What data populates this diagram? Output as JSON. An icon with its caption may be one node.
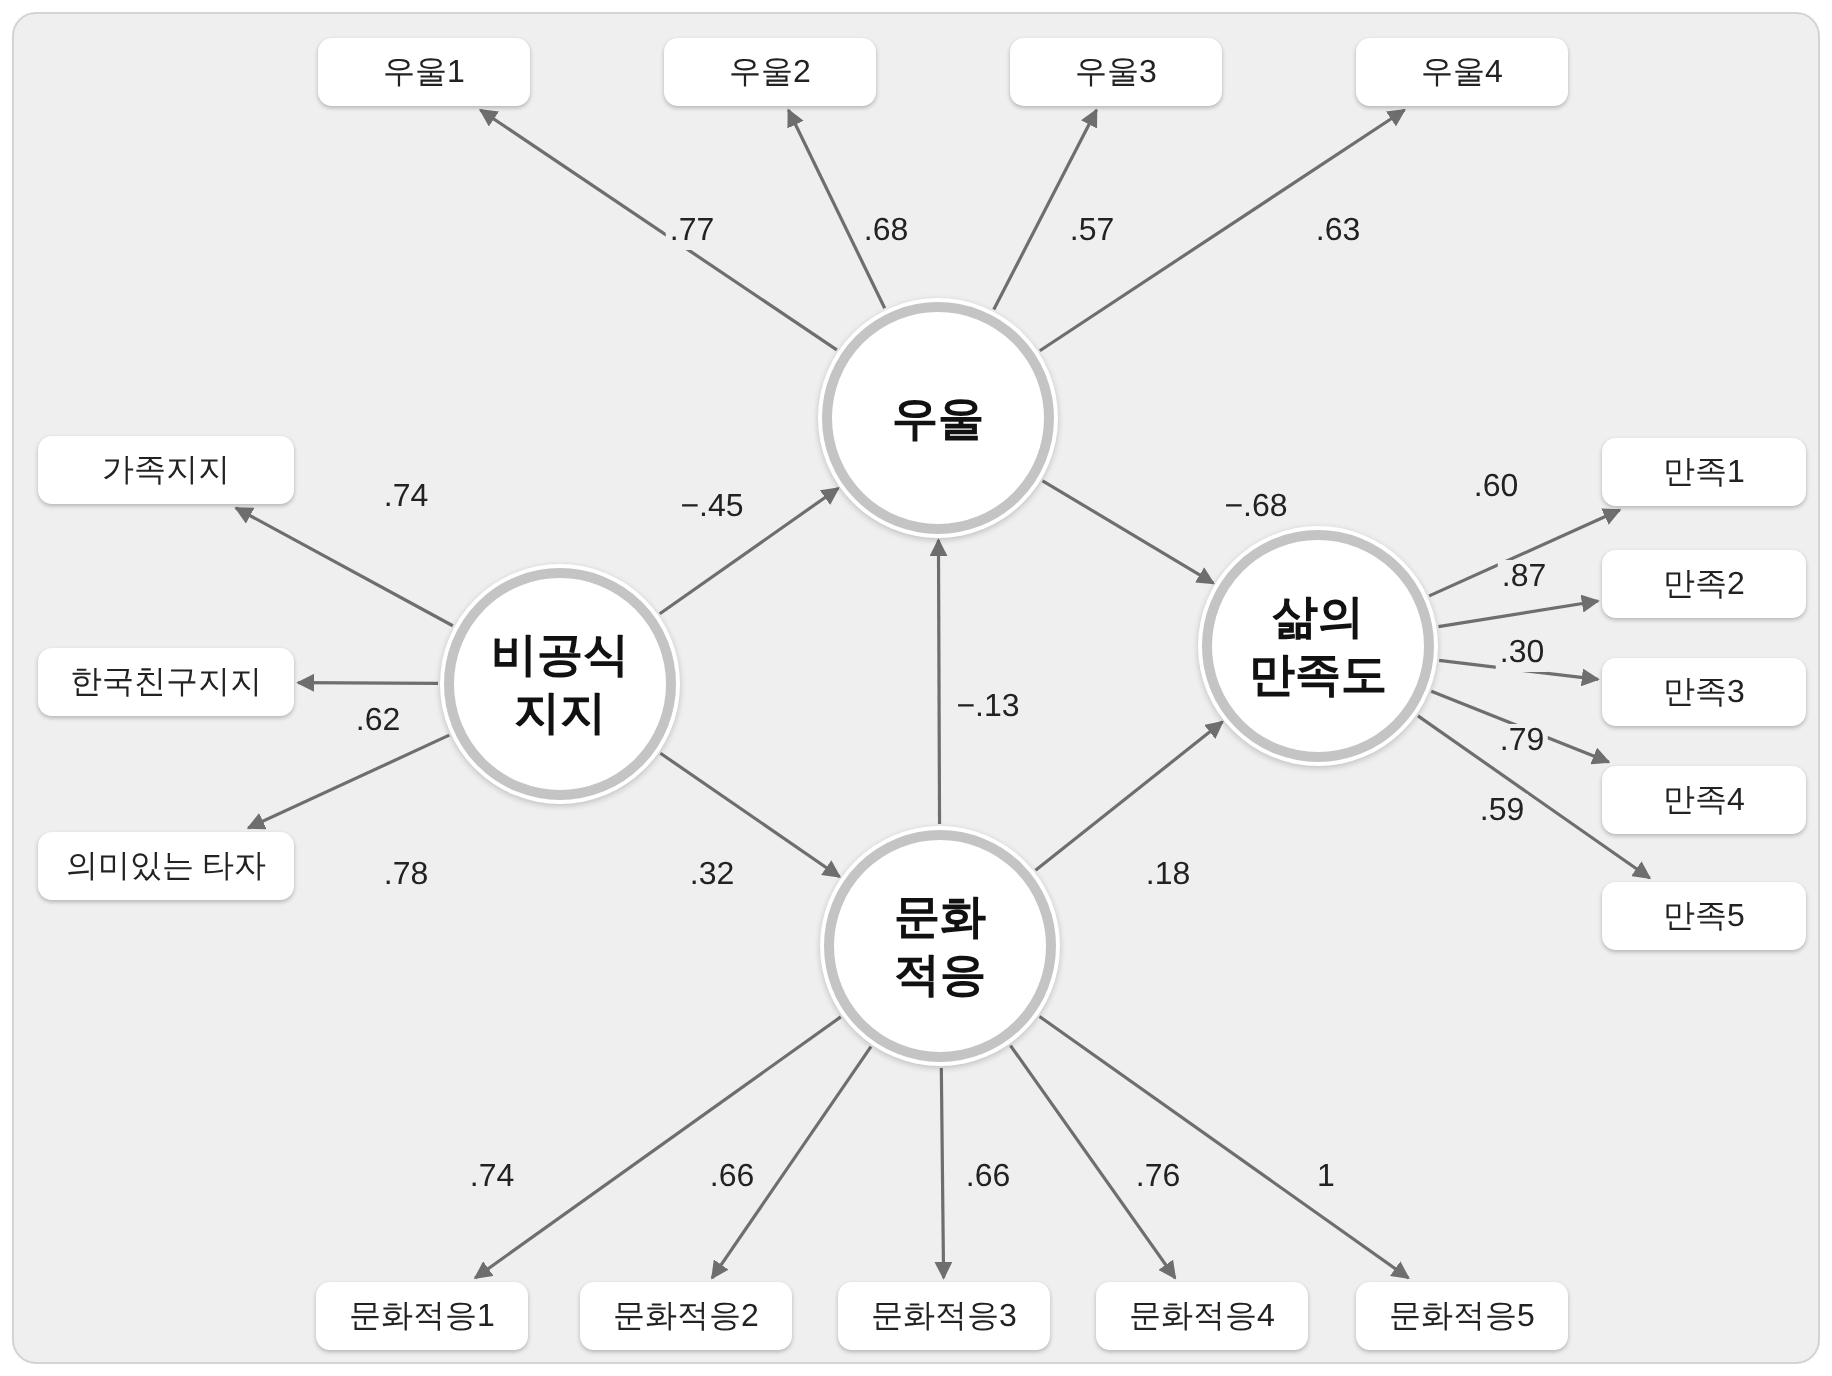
{
  "diagram": {
    "nodes": [
      {
        "text": [
          "우울1"
        ]
      },
      {
        "text": [
          "우울2"
        ]
      },
      {
        "text": [
          "우울3"
        ]
      },
      {
        "text": [
          "우울4"
        ]
      },
      {
        "text": [
          "우울"
        ]
      },
      {
        "text": [
          "가족지지"
        ]
      },
      {
        "text": [
          "한국친구지지"
        ]
      },
      {
        "text": [
          "의미있는 타자"
        ]
      },
      {
        "text": [
          "비공식 지지"
        ]
      },
      {
        "text": [
          "삶의 만족도"
        ]
      },
      {
        "text": [
          "만족1"
        ]
      },
      {
        "text": [
          "만족2"
        ]
      },
      {
        "text": [
          "만족3"
        ]
      },
      {
        "text": [
          "만족4"
        ]
      },
      {
        "text": [
          "만족5"
        ]
      },
      {
        "text": [
          "문화 적응"
        ]
      },
      {
        "text": [
          "문화적응1"
        ]
      },
      {
        "text": [
          "문화적응2"
        ]
      },
      {
        "text": [
          "문화적응3"
        ]
      },
      {
        "text": [
          "문화적응4"
        ]
      },
      {
        "text": [
          "문화적응5"
        ]
      }
    ],
    "edges": [
      {
        "from": 4,
        "to": 0,
        "arrow": "to",
        "label": ".77"
      },
      {
        "from": 4,
        "to": 1,
        "arrow": "to",
        "label": ".68"
      },
      {
        "from": 4,
        "to": 2,
        "arrow": "to",
        "label": ".57"
      },
      {
        "from": 4,
        "to": 3,
        "arrow": "to",
        "label": ".63"
      },
      {
        "from": 8,
        "to": 5,
        "arrow": "to",
        "label": ".74"
      },
      {
        "from": 8,
        "to": 6,
        "arrow": "to",
        "label": ".62"
      },
      {
        "from": 8,
        "to": 7,
        "arrow": "to",
        "label": ".78"
      },
      {
        "from": 8,
        "to": 4,
        "arrow": "to",
        "label": "−.45"
      },
      {
        "from": 8,
        "to": 15,
        "arrow": "to",
        "label": ".32"
      },
      {
        "from": 4,
        "to": 9,
        "arrow": "to",
        "label": "−.68"
      },
      {
        "from": 15,
        "to": 4,
        "arrow": "to",
        "label": "−.13"
      },
      {
        "from": 15,
        "to": 9,
        "arrow": "to",
        "label": ".18"
      },
      {
        "from": 9,
        "to": 10,
        "arrow": "to",
        "label": ".60"
      },
      {
        "from": 9,
        "to": 11,
        "arrow": "to",
        "label": ".87"
      },
      {
        "from": 9,
        "to": 12,
        "arrow": "to",
        "label": ".30"
      },
      {
        "from": 9,
        "to": 13,
        "arrow": "to",
        "label": ".79"
      },
      {
        "from": 9,
        "to": 14,
        "arrow": "to",
        "label": ".59"
      },
      {
        "from": 15,
        "to": 16,
        "arrow": "to",
        "label": ".74"
      },
      {
        "from": 15,
        "to": 17,
        "arrow": "to",
        "label": ".66"
      },
      {
        "from": 15,
        "to": 18,
        "arrow": "to",
        "label": ".66"
      },
      {
        "from": 15,
        "to": 19,
        "arrow": "to",
        "label": ".76"
      },
      {
        "from": 15,
        "to": 20,
        "arrow": "to",
        "label": "1"
      }
    ]
  }
}
